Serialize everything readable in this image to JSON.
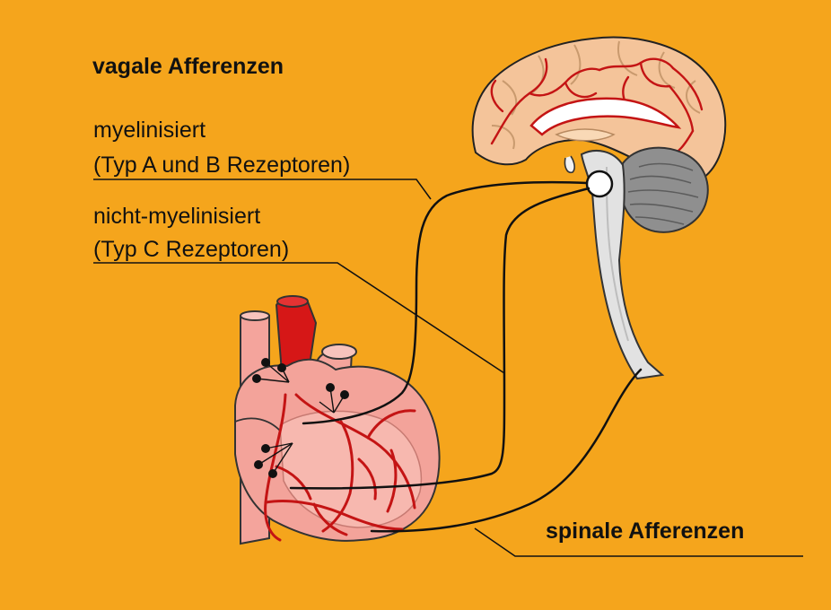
{
  "diagram": {
    "title": "vagale Afferenzen",
    "myelinated": {
      "line1": "myelinisiert",
      "line2": "(Typ A und B Rezeptoren)"
    },
    "unmyelinated": {
      "line1": "nicht-myelinisiert",
      "line2": "(Typ C Rezeptoren)"
    },
    "spinal": "spinale Afferenzen"
  },
  "colors": {
    "background": "#f5a51c",
    "nerve_line": "#111111",
    "heart": "#f3a39a",
    "vessels": "#c41414",
    "brain": "#f4c49a",
    "cerebellum": "#8f8f8f",
    "brainstem": "#e2e2e2"
  },
  "icons": [
    "brain-illustration",
    "heart-illustration",
    "receptor-dots"
  ]
}
